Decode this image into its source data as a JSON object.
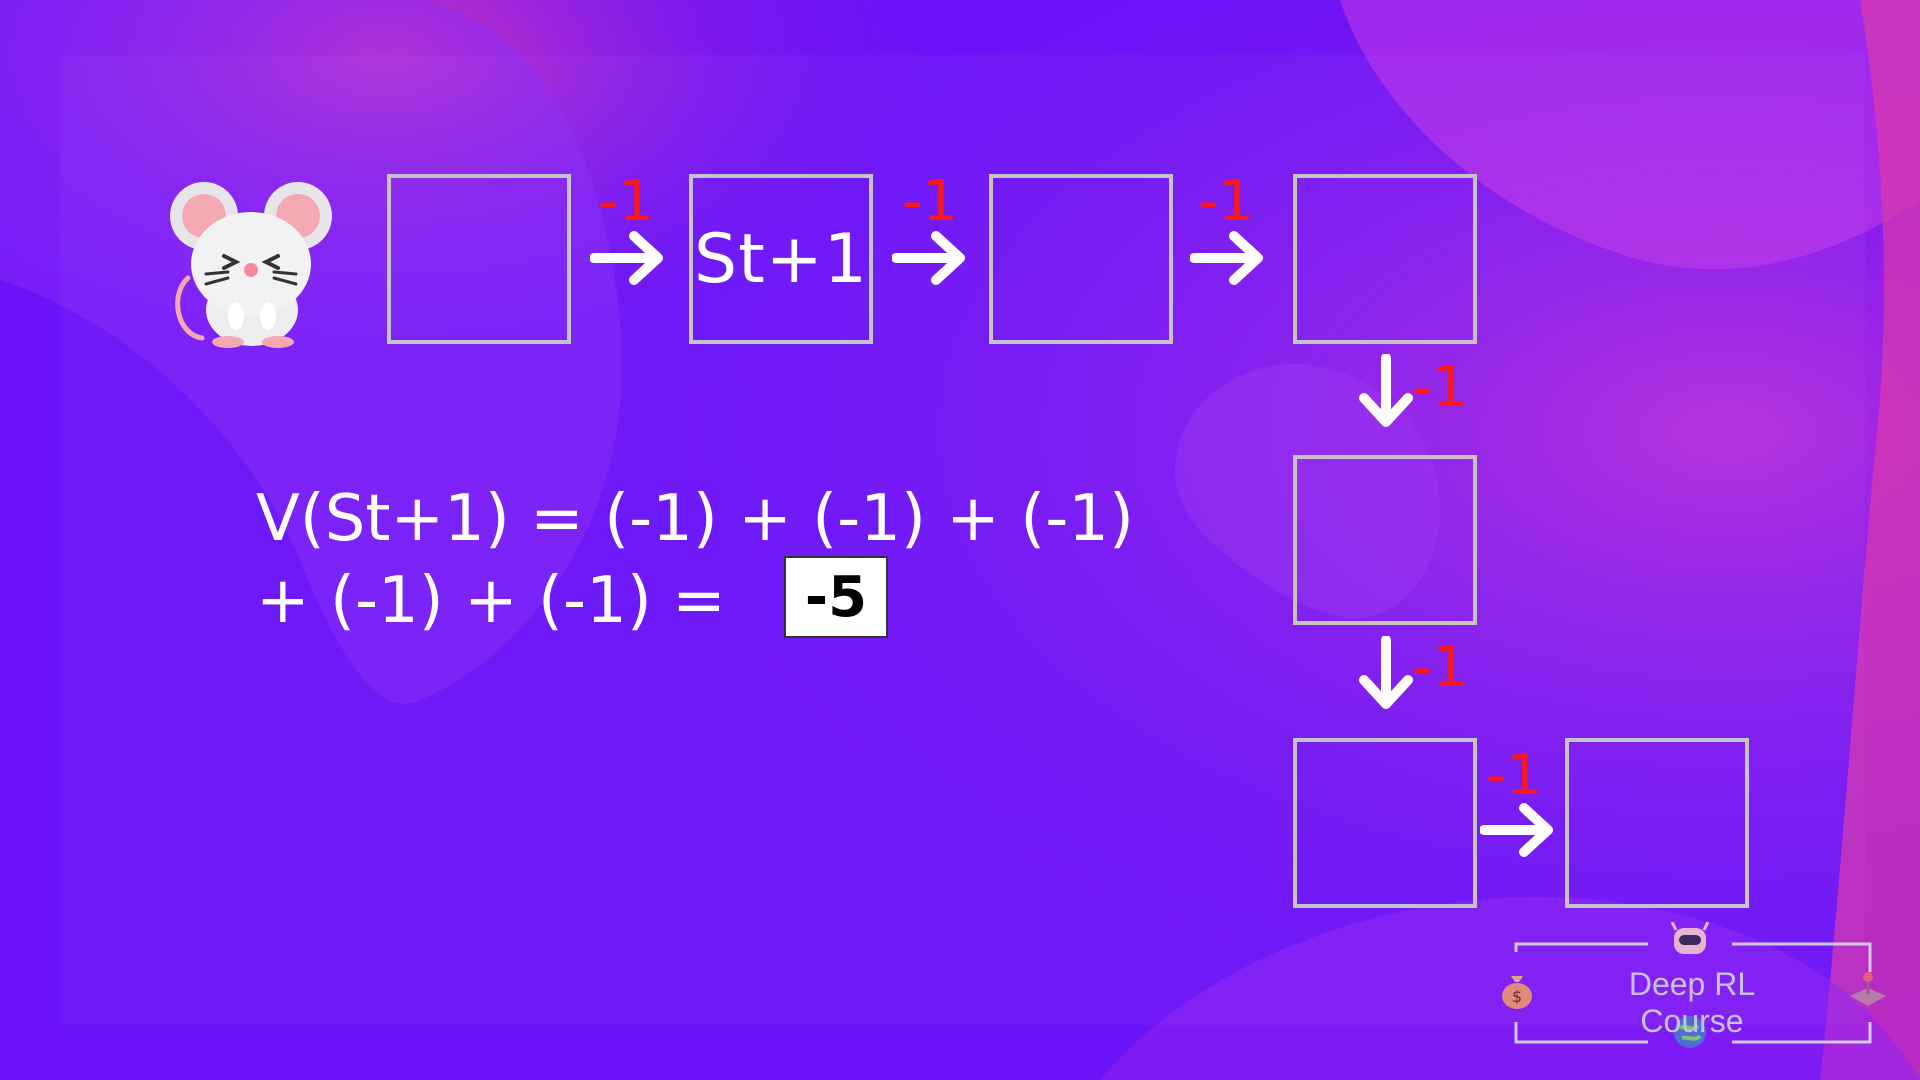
{
  "colors": {
    "background": "#6a12f8",
    "cell_border": "#c3c3c9",
    "reward": "#ff1616",
    "arrow": "#ffffff"
  },
  "diagram": {
    "states": [
      {
        "label": ""
      },
      {
        "label": "St+1"
      },
      {
        "label": ""
      },
      {
        "label": ""
      },
      {
        "label": ""
      },
      {
        "label": ""
      },
      {
        "label": ""
      }
    ],
    "rewards": [
      "-1",
      "-1",
      "-1",
      "-1",
      "-1",
      "-1"
    ]
  },
  "equation": {
    "line1": "V(St+1) = (-1) + (-1) + (-1)",
    "line2": "+ (-1) + (-1) = ",
    "result": "-5"
  },
  "logo": {
    "text": "Deep RL Course",
    "icons": [
      "robot-icon",
      "money-bag-icon",
      "joystick-icon",
      "globe-icon"
    ]
  },
  "agent": {
    "icon": "mouse-icon"
  }
}
